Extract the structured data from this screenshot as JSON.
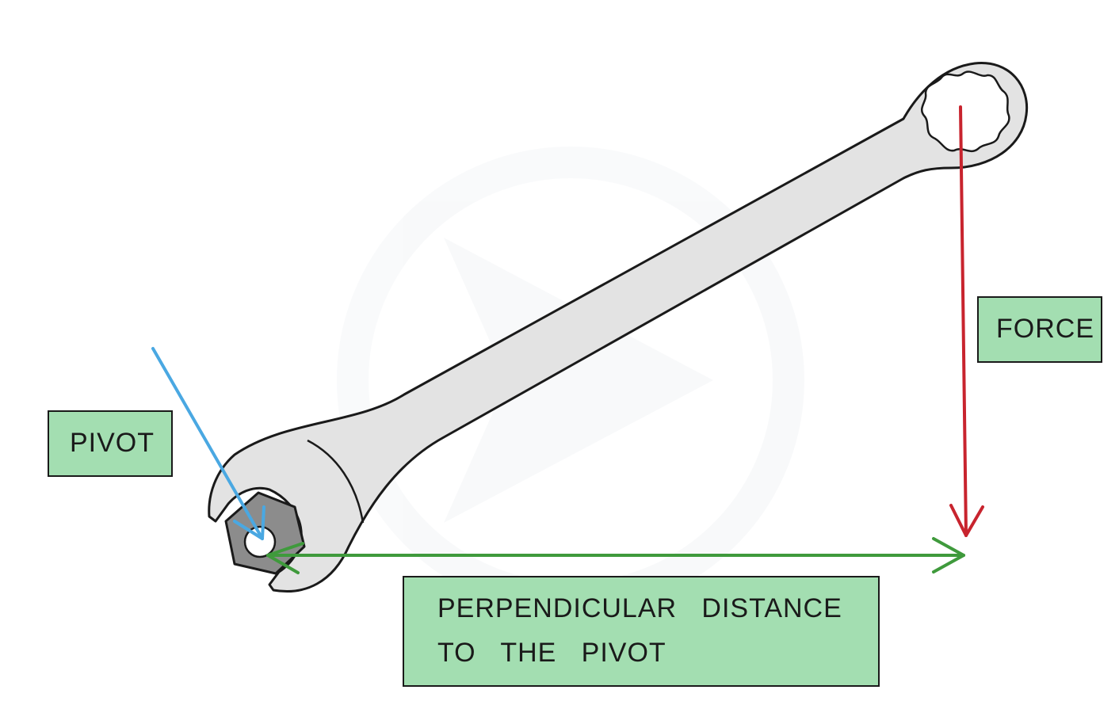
{
  "labels": {
    "pivot": "PIVOT",
    "force": "FORCE",
    "distance_line1": "PERPENDICULAR   DISTANCE",
    "distance_line2": "TO   THE   PIVOT"
  },
  "colors": {
    "label_fill": "#a3deb1",
    "outline": "#1a1a1a",
    "spanner_fill": "#e3e3e3",
    "nut_fill": "#8c8c8c",
    "pivot_arrow": "#4aa8e2",
    "force_arrow": "#c8242e",
    "distance_arrow": "#3f9a3c"
  },
  "icons": {
    "spanner": "spanner-icon",
    "nut": "hex-nut-icon",
    "watermark": "logo-watermark"
  }
}
